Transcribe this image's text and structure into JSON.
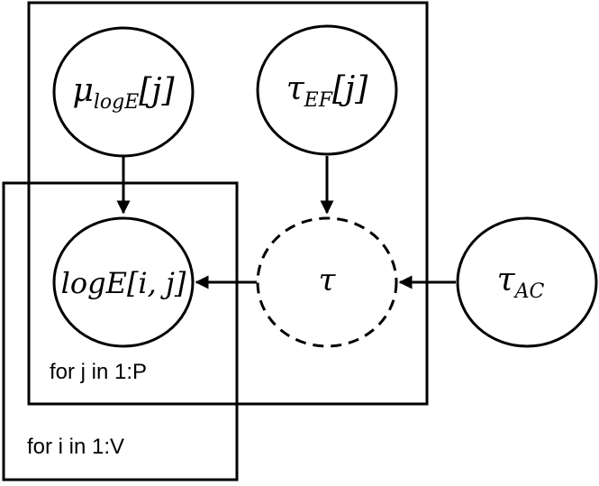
{
  "plates": {
    "outer_label": "for j in 1:P",
    "inner_label": "for i in 1:V"
  },
  "nodes": {
    "mu": {
      "symbol": "μ",
      "sub": "logE",
      "index": "[j]"
    },
    "tau_ef": {
      "symbol": "τ",
      "sub": "EF",
      "index": "[j]"
    },
    "logE": {
      "text": "logE[i, j]"
    },
    "tau": {
      "symbol": "τ"
    },
    "tau_ac": {
      "symbol": "τ",
      "sub": "AC"
    }
  },
  "edges": [
    {
      "from": "mu",
      "to": "logE"
    },
    {
      "from": "tau_ef",
      "to": "tau"
    },
    {
      "from": "tau",
      "to": "logE"
    },
    {
      "from": "tau_ac",
      "to": "tau"
    }
  ]
}
